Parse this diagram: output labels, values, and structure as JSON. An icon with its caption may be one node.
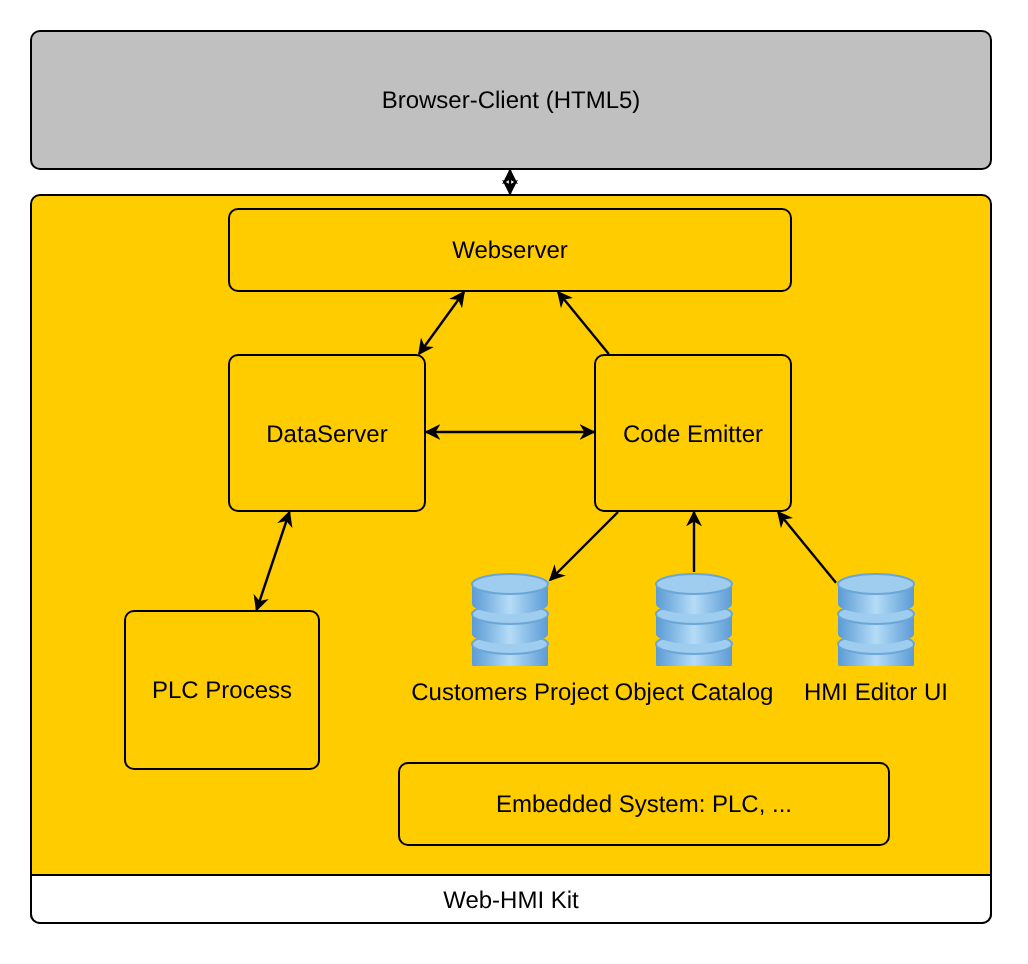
{
  "diagram": {
    "nodes": [
      {
        "text": [
          "Browser-Client (HTML5)"
        ]
      },
      {
        "text": [
          "Web-HMI Kit"
        ]
      },
      {
        "text": [
          "Webserver"
        ],
        "in": 1
      },
      {
        "text": [
          "DataServer"
        ],
        "in": 1
      },
      {
        "text": [
          "Code Emitter"
        ],
        "in": 1
      },
      {
        "text": [
          "Customers Project"
        ],
        "in": 1
      },
      {
        "text": [
          "Object Catalog"
        ],
        "in": 1
      },
      {
        "text": [
          "HMI Editor UI"
        ],
        "in": 1
      },
      {
        "text": [
          "PLC Process"
        ],
        "in": 1
      },
      {
        "text": [
          "Embedded System: PLC, ..."
        ],
        "in": 1
      }
    ],
    "edges": [
      {
        "from": 0,
        "to": 1,
        "arrow": "both"
      },
      {
        "from": 3,
        "to": 2,
        "arrow": "both"
      },
      {
        "from": 4,
        "to": 2,
        "arrow": "to"
      },
      {
        "from": 3,
        "to": 4,
        "arrow": "both"
      },
      {
        "from": 4,
        "to": 5,
        "arrow": "to"
      },
      {
        "from": 6,
        "to": 4,
        "arrow": "to"
      },
      {
        "from": 7,
        "to": 4,
        "arrow": "to"
      },
      {
        "from": 3,
        "to": 8,
        "arrow": "both"
      }
    ]
  }
}
